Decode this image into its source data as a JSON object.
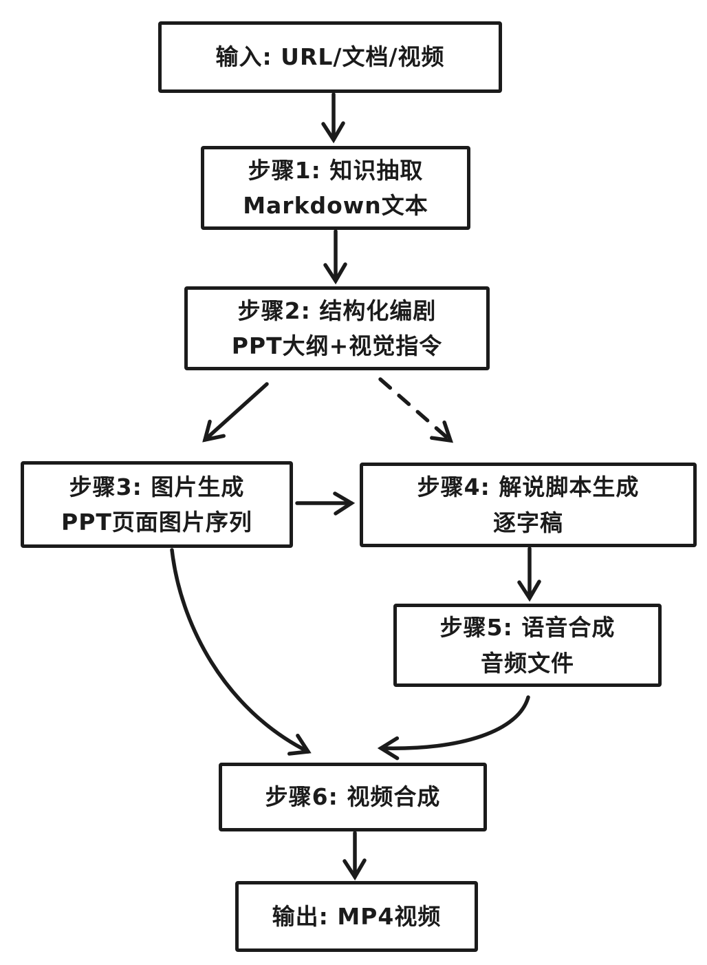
{
  "diagram": {
    "background_color": "#ffffff",
    "stroke_color": "#1b1b1b",
    "style": "hand-drawn-flowchart",
    "nodes": {
      "input": {
        "line1": "输入: URL/文档/视频"
      },
      "step1": {
        "line1": "步骤1: 知识抽取",
        "line2": "Markdown文本"
      },
      "step2": {
        "line1": "步骤2: 结构化编剧",
        "line2": "PPT大纲+视觉指令"
      },
      "step3": {
        "line1": "步骤3: 图片生成",
        "line2": "PPT页面图片序列"
      },
      "step4": {
        "line1": "步骤4: 解说脚本生成",
        "line2": "逐字稿"
      },
      "step5": {
        "line1": "步骤5: 语音合成",
        "line2": "音频文件"
      },
      "step6": {
        "line1": "步骤6: 视频合成"
      },
      "output": {
        "line1": "输出: MP4视频"
      }
    },
    "edges": [
      {
        "from": "input",
        "to": "step1",
        "style": "solid"
      },
      {
        "from": "step1",
        "to": "step2",
        "style": "solid"
      },
      {
        "from": "step2",
        "to": "step3",
        "style": "solid"
      },
      {
        "from": "step2",
        "to": "step4",
        "style": "dashed"
      },
      {
        "from": "step3",
        "to": "step4",
        "style": "solid"
      },
      {
        "from": "step4",
        "to": "step5",
        "style": "solid"
      },
      {
        "from": "step3",
        "to": "step6",
        "style": "solid-curved"
      },
      {
        "from": "step5",
        "to": "step6",
        "style": "solid-curved"
      },
      {
        "from": "step6",
        "to": "output",
        "style": "solid"
      }
    ]
  }
}
